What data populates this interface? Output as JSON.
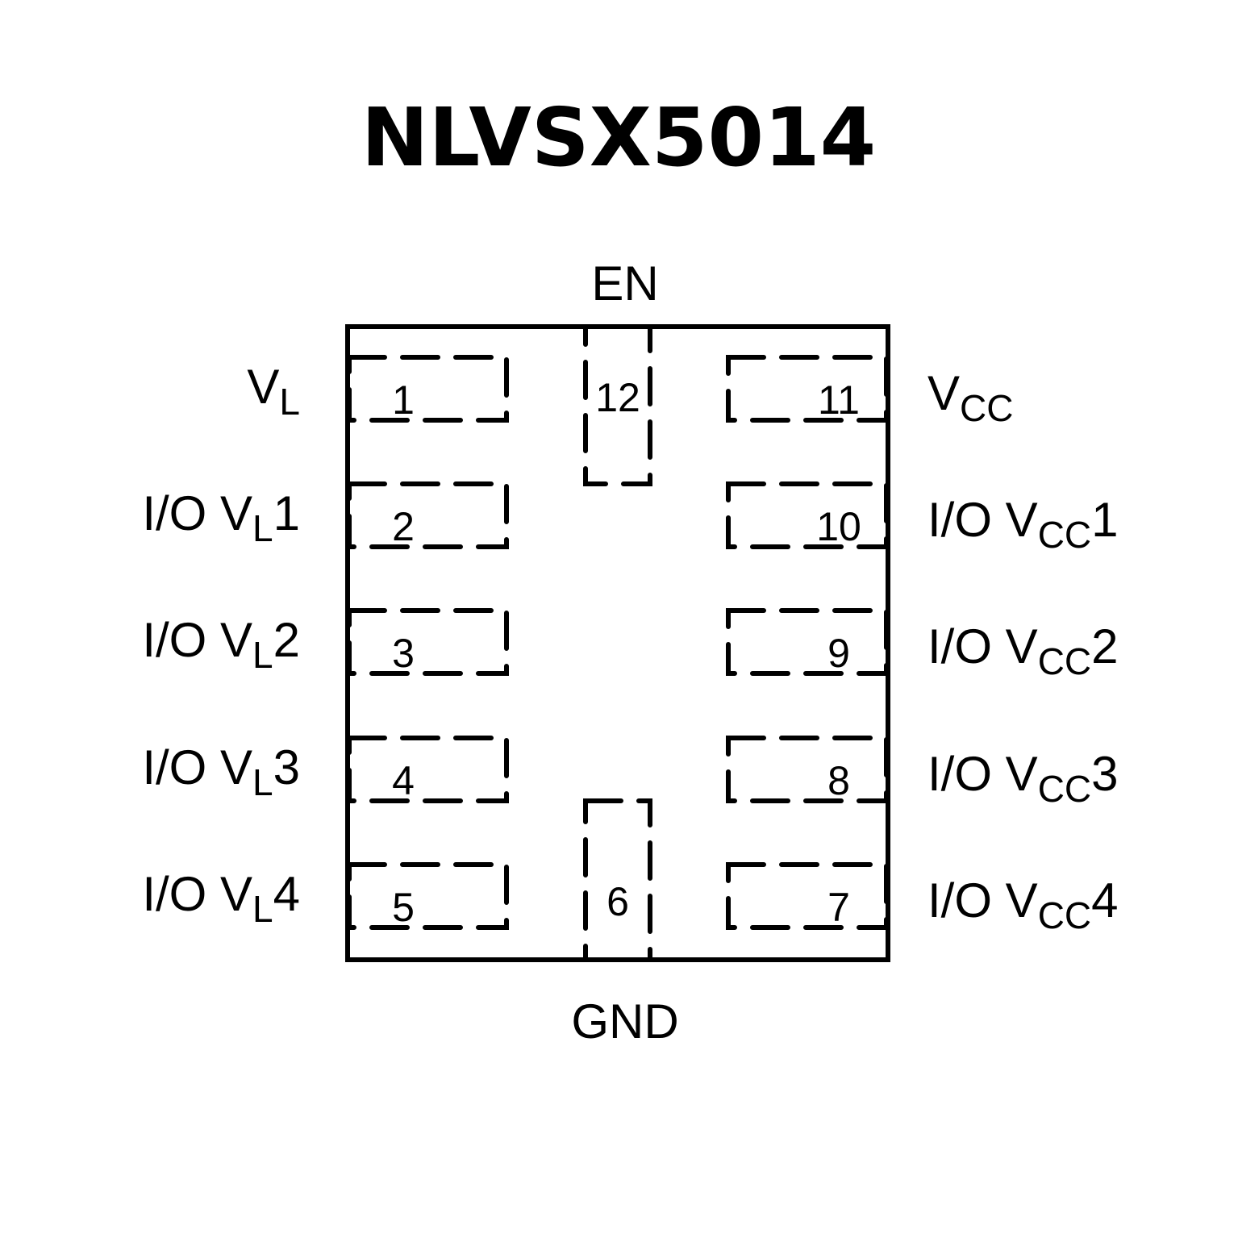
{
  "title": "NLVSX5014",
  "top_label": "EN",
  "bottom_label": "GND",
  "left_pins": [
    {
      "num": "1",
      "main": "V",
      "sub": "L",
      "suffix": ""
    },
    {
      "num": "2",
      "main": "I/O V",
      "sub": "L",
      "suffix": "1"
    },
    {
      "num": "3",
      "main": "I/O V",
      "sub": "L",
      "suffix": "2"
    },
    {
      "num": "4",
      "main": "I/O V",
      "sub": "L",
      "suffix": "3"
    },
    {
      "num": "5",
      "main": "I/O V",
      "sub": "L",
      "suffix": "4"
    }
  ],
  "right_pins": [
    {
      "num": "11",
      "main": "V",
      "sub": "CC",
      "suffix": ""
    },
    {
      "num": "10",
      "main": "I/O V",
      "sub": "CC",
      "suffix": "1"
    },
    {
      "num": "9",
      "main": "I/O V",
      "sub": "CC",
      "suffix": "2"
    },
    {
      "num": "8",
      "main": "I/O V",
      "sub": "CC",
      "suffix": "3"
    },
    {
      "num": "7",
      "main": "I/O V",
      "sub": "CC",
      "suffix": "4"
    }
  ],
  "top_pin": "12",
  "bottom_pin": "6"
}
